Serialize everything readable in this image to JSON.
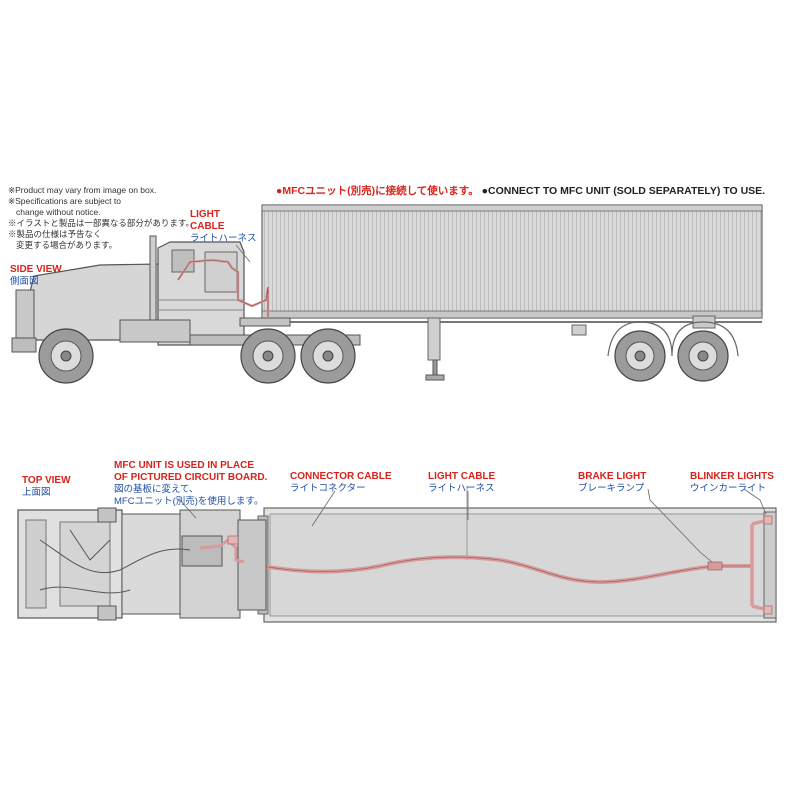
{
  "notes": [
    "※Product may vary from image on box.",
    "※Specifications are subject to",
    "change without notice.",
    "※イラストと製品は一部異なる部分があります。",
    "※製品の仕様は予告なく",
    "変更する場合があります。"
  ],
  "banner": {
    "jp": "●MFCユニット(別売)に接続して使います。",
    "en": "●CONNECT TO MFC UNIT (SOLD SEPARATELY) TO USE."
  },
  "side_view": {
    "en": "SIDE VIEW",
    "jp": "側面図"
  },
  "top_view": {
    "en": "TOP VIEW",
    "jp": "上面図"
  },
  "light_cable_side": {
    "en1": "LIGHT",
    "en2": "CABLE",
    "jp": "ライトハーネス"
  },
  "mfc_unit": {
    "en1": "MFC UNIT IS USED IN PLACE",
    "en2": "OF PICTURED CIRCUIT BOARD.",
    "jp1": "図の基板に変えて、",
    "jp2": "MFCユニット(別売)を使用します。"
  },
  "connector_cable": {
    "en": "CONNECTOR CABLE",
    "jp": "ライトコネクター"
  },
  "light_cable_top": {
    "en": "LIGHT CABLE",
    "jp": "ライトハーネス"
  },
  "brake_light": {
    "en": "BRAKE LIGHT",
    "jp": "ブレーキランプ"
  },
  "blinker_lights": {
    "en": "BLINKER LIGHTS",
    "jp": "ウインカーライト"
  },
  "colors": {
    "red": "#d8231c",
    "blue": "#1f4fa6",
    "cable": "#d89a9a",
    "body": "#d4d4d4",
    "outline": "#555555"
  }
}
